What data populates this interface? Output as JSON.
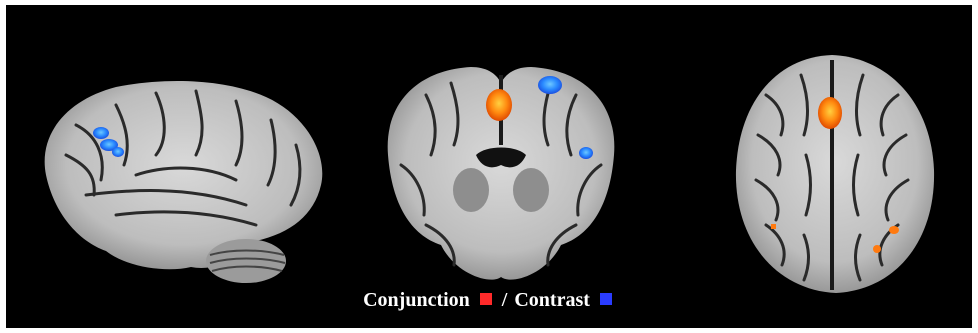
{
  "figure": {
    "background": "#000000",
    "views": [
      {
        "name": "sagittal",
        "label": ""
      },
      {
        "name": "coronal",
        "label": ""
      },
      {
        "name": "axial",
        "label": ""
      }
    ]
  },
  "legend": {
    "conjunction_label": "Conjunction",
    "separator": "/",
    "contrast_label": "Contrast",
    "conjunction_color": "#ff2a2a",
    "contrast_color": "#2a3cff"
  },
  "colors": {
    "conjunction_activation": "#ff7a10",
    "contrast_activation": "#2a7cff"
  }
}
